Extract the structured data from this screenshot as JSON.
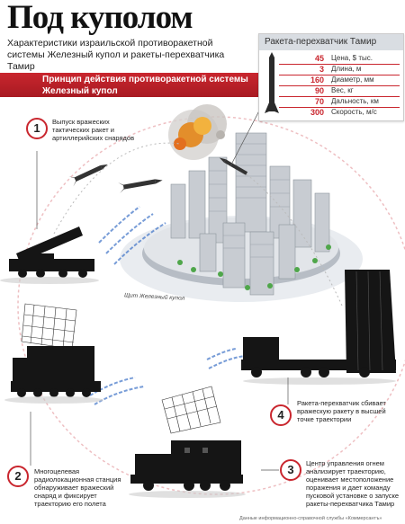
{
  "title": "Под куполом",
  "subtitle": "Характеристики израильской противоракетной системы Железный купол и ракеты-перехватчика Тамир",
  "principle_label": "Принцип действия противоракетной системы Железный купол",
  "tamir": {
    "title": "Ракета-перехватчик Тамир",
    "specs": [
      {
        "value": "45",
        "label": "Цена, $ тыс."
      },
      {
        "value": "3",
        "label": "Длина, м"
      },
      {
        "value": "160",
        "label": "Диаметр, мм"
      },
      {
        "value": "90",
        "label": "Вес, кг"
      },
      {
        "value": "70",
        "label": "Дальность, км"
      },
      {
        "value": "300",
        "label": "Скорость, м/с"
      }
    ]
  },
  "steps": [
    {
      "number": "1",
      "text": "Выпуск вражеских тактических ракет и артиллерийских снарядов"
    },
    {
      "number": "2",
      "text": "Многоцелевая радиолокационная станция обнаруживает вражеский снаряд и фиксирует траекторию его полета"
    },
    {
      "number": "3",
      "text": "Центр управления огнем анализирует траекторию, оценивает местоположение поражения и дает команду пусковой установке о запуске ракеты-перехватчика Тамир"
    },
    {
      "number": "4",
      "text": "Ракета-перехватчик сбивает вражескую ракету в высшей точке траектории"
    }
  ],
  "shield_label": "Щит Железный купол",
  "footer": "Данные информационно-справочной службы «Коммерсантъ»",
  "colors": {
    "accent": "#c9262e",
    "dark": "#1a1a1a",
    "building": "#c8ccd2"
  }
}
